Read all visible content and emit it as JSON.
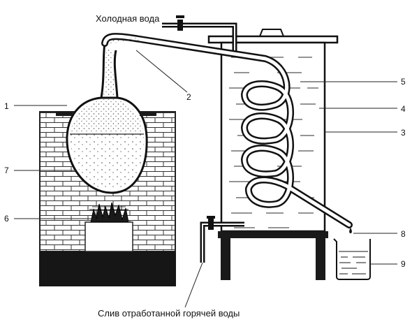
{
  "captions": {
    "cold_water": "Холодная вода",
    "hot_water_drain": "Слив отработанной горячей воды"
  },
  "labels": [
    "1",
    "2",
    "3",
    "4",
    "5",
    "6",
    "7",
    "8",
    "9"
  ]
}
